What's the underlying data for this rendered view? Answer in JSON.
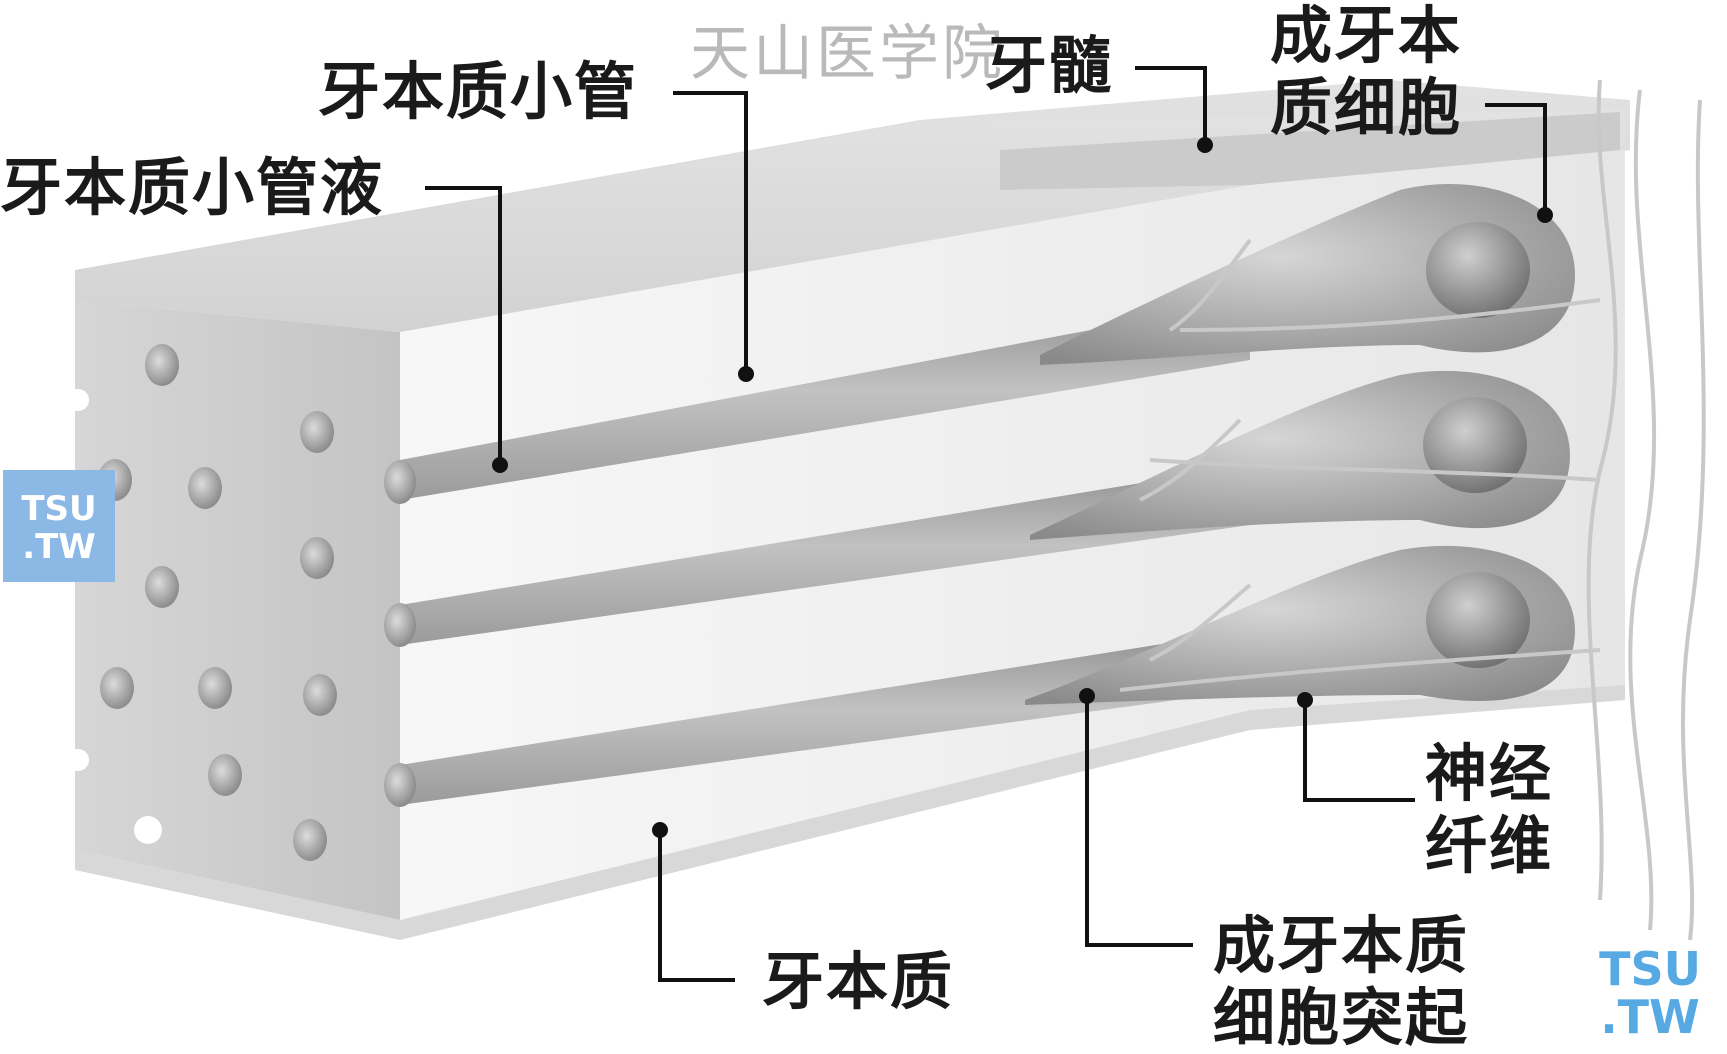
{
  "labels": {
    "dentinal_tubule": "牙本质小管",
    "dentinal_fluid": "牙本质小管液",
    "pulp": "牙髓",
    "odontoblast_line1": "成牙本",
    "odontoblast_line2": "质细胞",
    "nerve_line1": "神经",
    "nerve_line2": "纤维",
    "odontoblast_process_line1": "成牙本质",
    "odontoblast_process_line2": "细胞突起",
    "dentin": "牙本质"
  },
  "watermark": "天山医学院",
  "logo": {
    "line1": "TSU",
    "line2": ".TW"
  },
  "colors": {
    "label_text": "#1a1a1a",
    "leader_line": "#111111",
    "block_face": "#efefef",
    "block_top": "#d9d9d9",
    "block_front": "#cfcfcf",
    "tubule": "#a9a9a9",
    "cell": "#9a9a9a",
    "logo_blue": "#56a9e2"
  }
}
